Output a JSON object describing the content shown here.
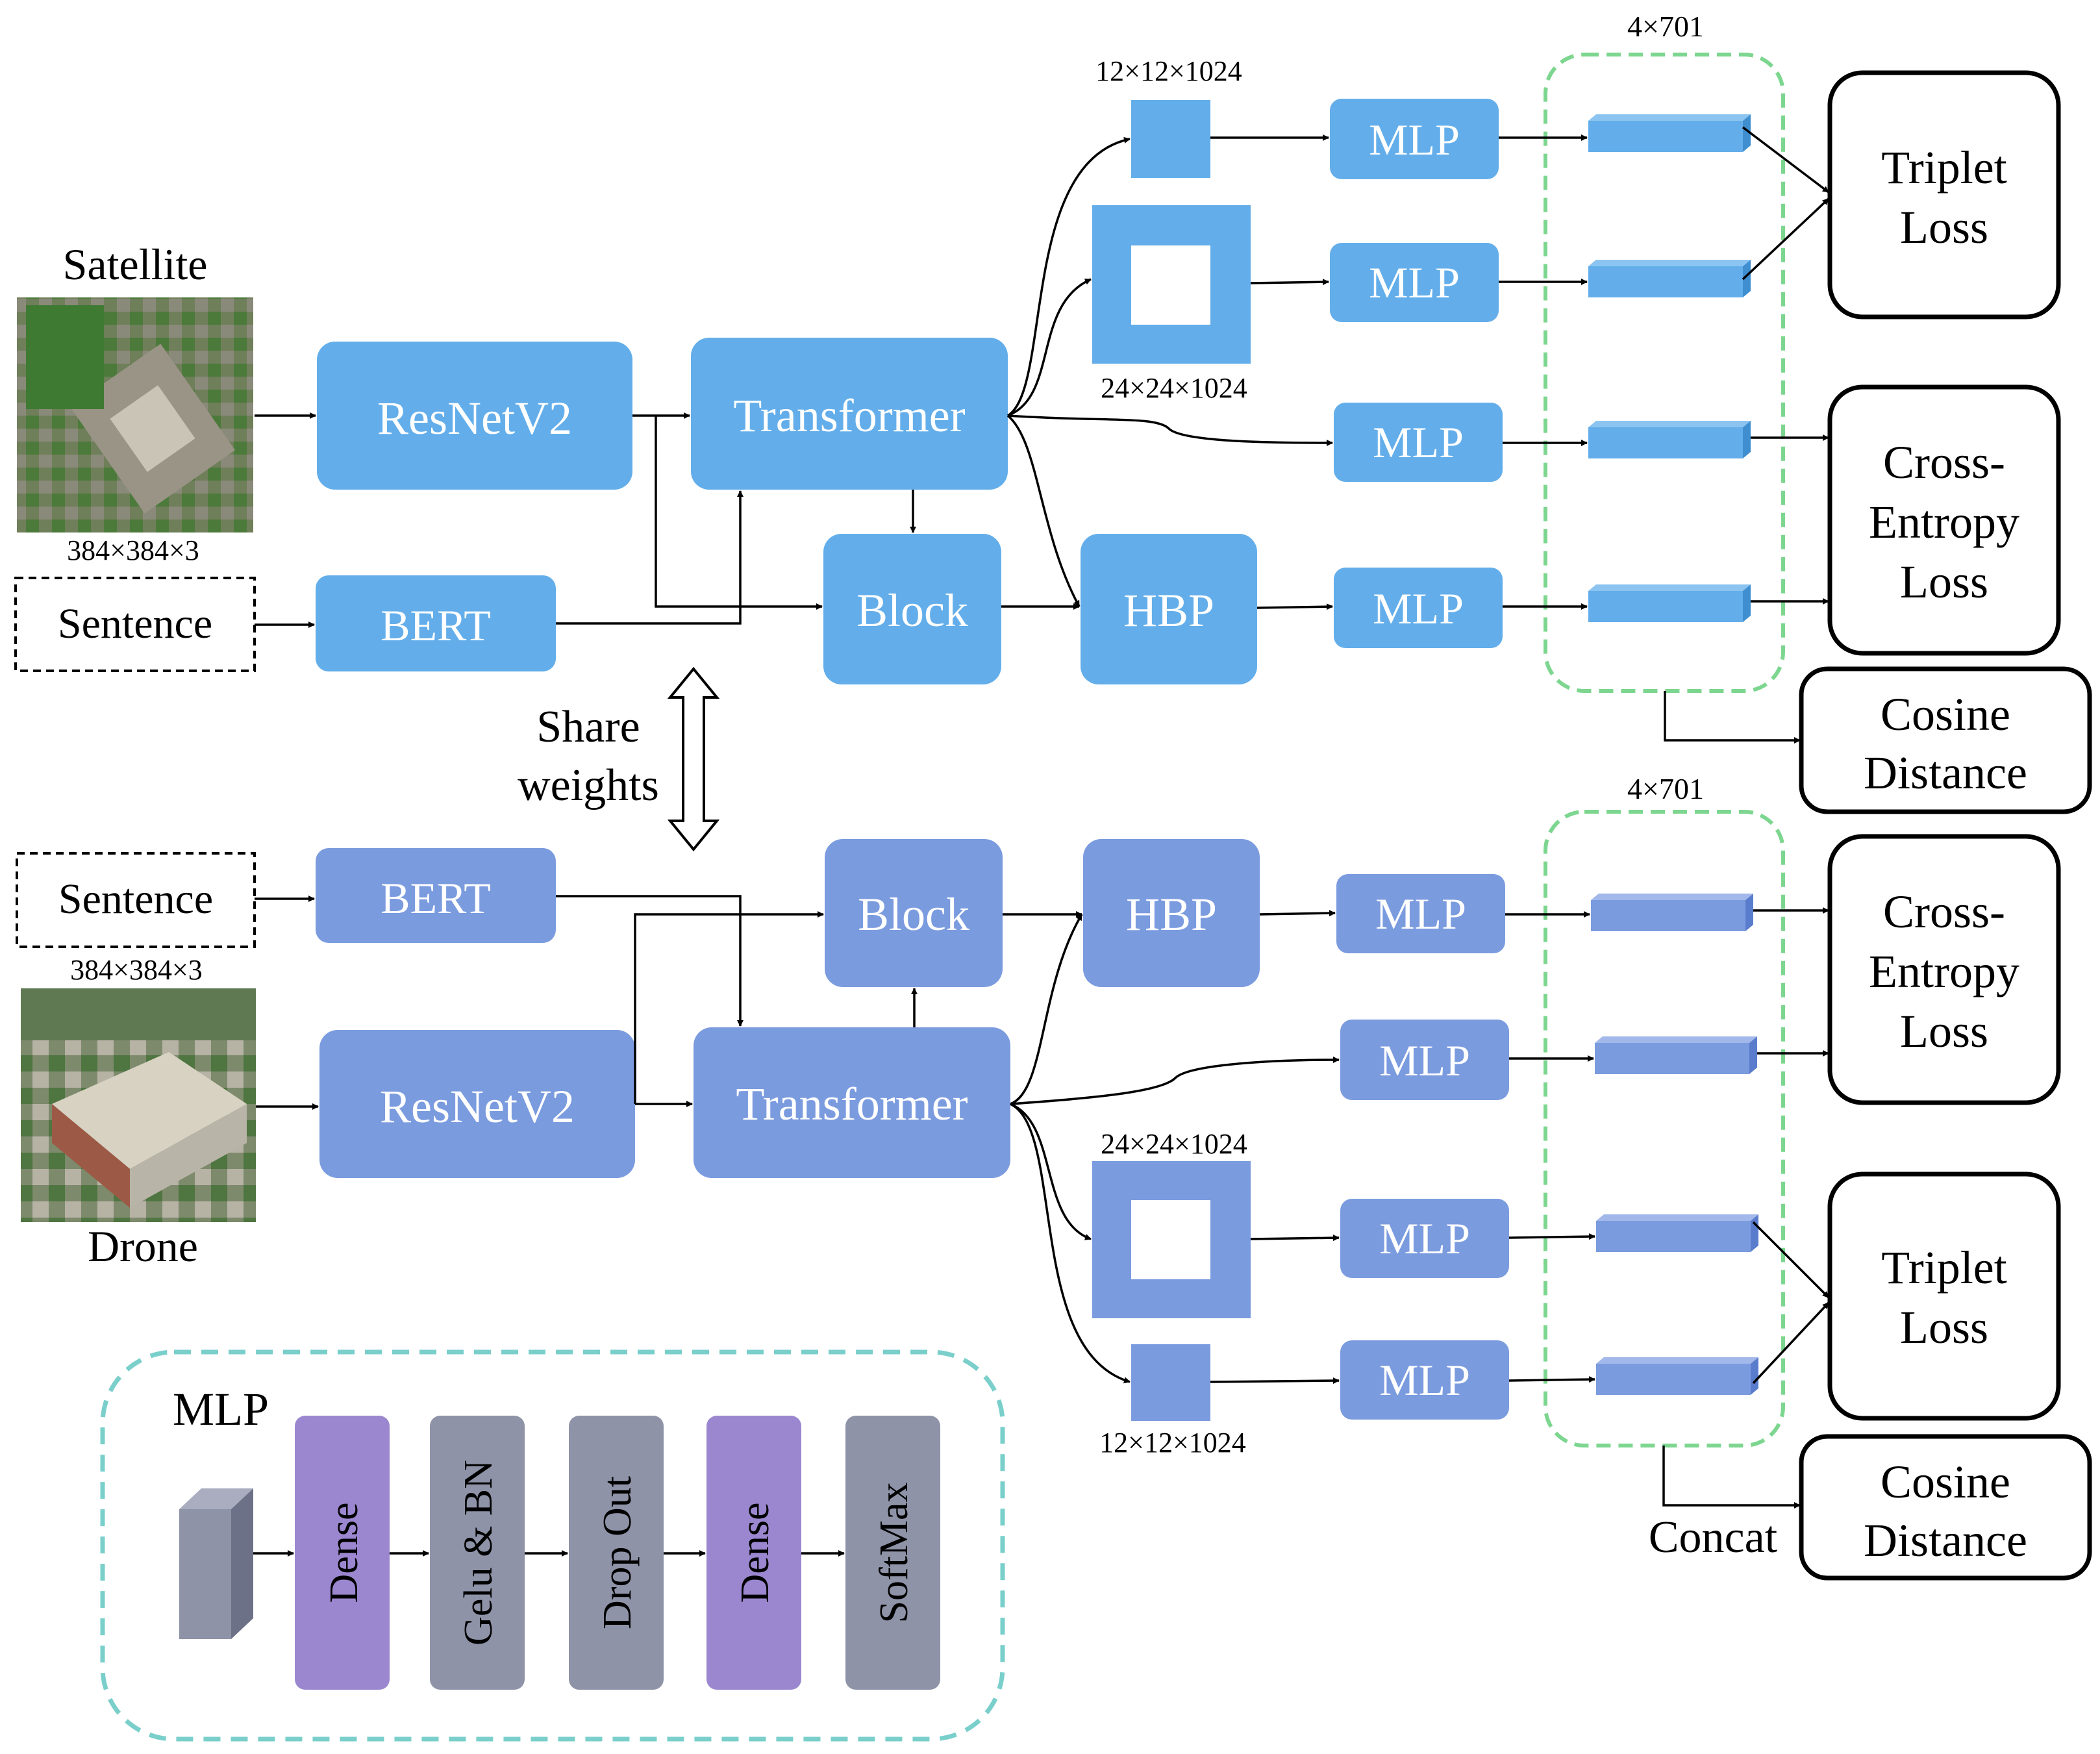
{
  "colors": {
    "satellite_branch": "#63AEEA",
    "drone_branch": "#7B9BDF",
    "concat_border": "#7DD68F",
    "mlp_legend_border": "#7ACFCB",
    "dense": "#9B87CF",
    "gray_layer": "#8E93A8",
    "line": "#000000"
  },
  "top": {
    "satellite_label": "Satellite",
    "satellite_image": "satellite-photo",
    "satellite_size": "384×384×3",
    "sentence": "Sentence",
    "bert": "BERT",
    "resnet": "ResNetV2",
    "transformer": "Transformer",
    "block": "Block",
    "hbp": "HBP",
    "mlp": [
      "MLP",
      "MLP",
      "MLP",
      "MLP"
    ],
    "feat_small": "12×12×1024",
    "feat_ring": "24×24×1024",
    "concat_dims": "4×701",
    "triplet_loss": [
      "Triplet",
      "Loss"
    ],
    "ce_loss": [
      "Cross-",
      "Entropy",
      "Loss"
    ],
    "cosine": [
      "Cosine",
      "Distance"
    ]
  },
  "share_weights": [
    "Share",
    "weights"
  ],
  "bottom": {
    "sentence": "Sentence",
    "drone_size": "384×384×3",
    "drone_image": "drone-photo",
    "drone_label": "Drone",
    "bert": "BERT",
    "resnet": "ResNetV2",
    "transformer": "Transformer",
    "block": "Block",
    "hbp": "HBP",
    "mlp": [
      "MLP",
      "MLP",
      "MLP",
      "MLP"
    ],
    "feat_ring": "24×24×1024",
    "feat_small": "12×12×1024",
    "concat_dims": "4×701",
    "ce_loss": [
      "Cross-",
      "Entropy",
      "Loss"
    ],
    "triplet_loss": [
      "Triplet",
      "Loss"
    ],
    "cosine": [
      "Cosine",
      "Distance"
    ],
    "concat_label": "Concat"
  },
  "mlp_legend": {
    "title": "MLP",
    "layers": [
      "Dense",
      "Gelu & BN",
      "Drop Out",
      "Dense",
      "SoftMax"
    ]
  }
}
